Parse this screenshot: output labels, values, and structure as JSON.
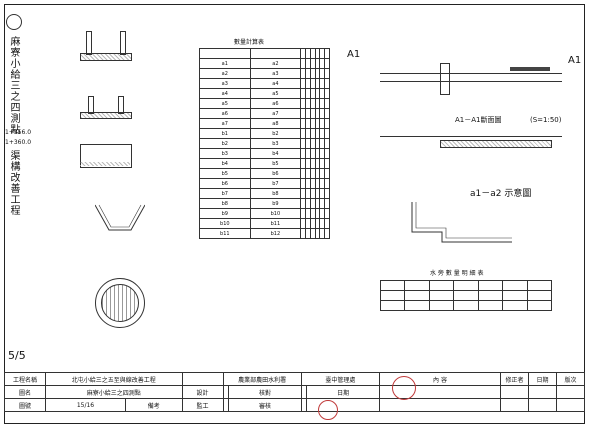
{
  "sheet": {
    "corner_number": "5/5",
    "vertical_title_1": "麻寮小給三之四測點",
    "vertical_title_2": "渠構改善工程",
    "station_1": "1+356.0",
    "station_2": "1+360.0"
  },
  "sections": {
    "top_title": "A1",
    "a1_label": "A1",
    "a1_section_title": "A1－A1斷面圖",
    "a1_section_scale": "(S=1:50)",
    "a1a2_title": "a1－a2 示意圖"
  },
  "quantity_table": {
    "title": "數量計算表",
    "rows": [
      [
        "a1",
        "a2",
        "",
        "",
        "",
        "",
        "",
        ""
      ],
      [
        "a2",
        "a3",
        "",
        "",
        "",
        "",
        "",
        ""
      ],
      [
        "a3",
        "a4",
        "",
        "",
        "",
        "",
        "",
        ""
      ],
      [
        "a4",
        "a5",
        "",
        "",
        "",
        "",
        "",
        ""
      ],
      [
        "a5",
        "a6",
        "",
        "",
        "",
        "",
        "",
        ""
      ],
      [
        "a6",
        "a7",
        "",
        "",
        "",
        "",
        "",
        ""
      ],
      [
        "a7",
        "a8",
        "",
        "",
        "",
        "",
        "",
        ""
      ],
      [
        "b1",
        "b2",
        "",
        "",
        "",
        "",
        "",
        ""
      ],
      [
        "b2",
        "b3",
        "",
        "",
        "",
        "",
        "",
        ""
      ],
      [
        "b3",
        "b4",
        "",
        "",
        "",
        "",
        "",
        ""
      ],
      [
        "b4",
        "b5",
        "",
        "",
        "",
        "",
        "",
        ""
      ],
      [
        "b5",
        "b6",
        "",
        "",
        "",
        "",
        "",
        ""
      ],
      [
        "b6",
        "b7",
        "",
        "",
        "",
        "",
        "",
        ""
      ],
      [
        "b7",
        "b8",
        "",
        "",
        "",
        "",
        "",
        ""
      ],
      [
        "b8",
        "b9",
        "",
        "",
        "",
        "",
        "",
        ""
      ],
      [
        "b9",
        "b10",
        "",
        "",
        "",
        "",
        "",
        ""
      ],
      [
        "b10",
        "b11",
        "",
        "",
        "",
        "",
        "",
        ""
      ],
      [
        "b11",
        "b12",
        "",
        "",
        "",
        "",
        "",
        ""
      ]
    ]
  },
  "side_table": {
    "title": "水 旁 數 量 明 細 表"
  },
  "title_block": {
    "project_label": "工程名稱",
    "project_name": "北屯小給三之五至與線改善工程",
    "drawing_label": "圖名",
    "drawing_name": "麻寮小給三之四測點",
    "sheet_label": "圖號",
    "sheet_number": "15/16",
    "index_label": "備考",
    "approve_label": "監工",
    "org_name": "農業部農田水利署",
    "org_sub": "臺中管理處",
    "designer_label": "設計",
    "checker_label": "核對",
    "reviewer_label": "審核",
    "date_label": "日期",
    "revision_header": "內 容",
    "revision_col_2": "修正者",
    "revision_col_3": "日期",
    "revision_col_4": "版次"
  }
}
